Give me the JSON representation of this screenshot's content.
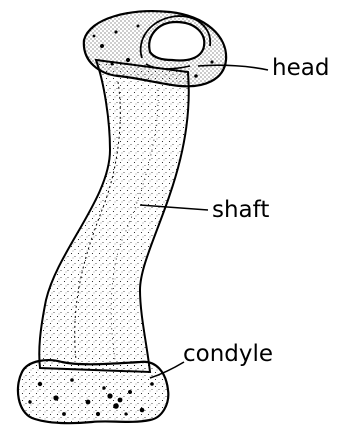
{
  "labels": {
    "head": "head",
    "shaft": "shaft",
    "condyle": "condyle"
  },
  "colors": {
    "outline": "#000000",
    "background": "#ffffff"
  }
}
